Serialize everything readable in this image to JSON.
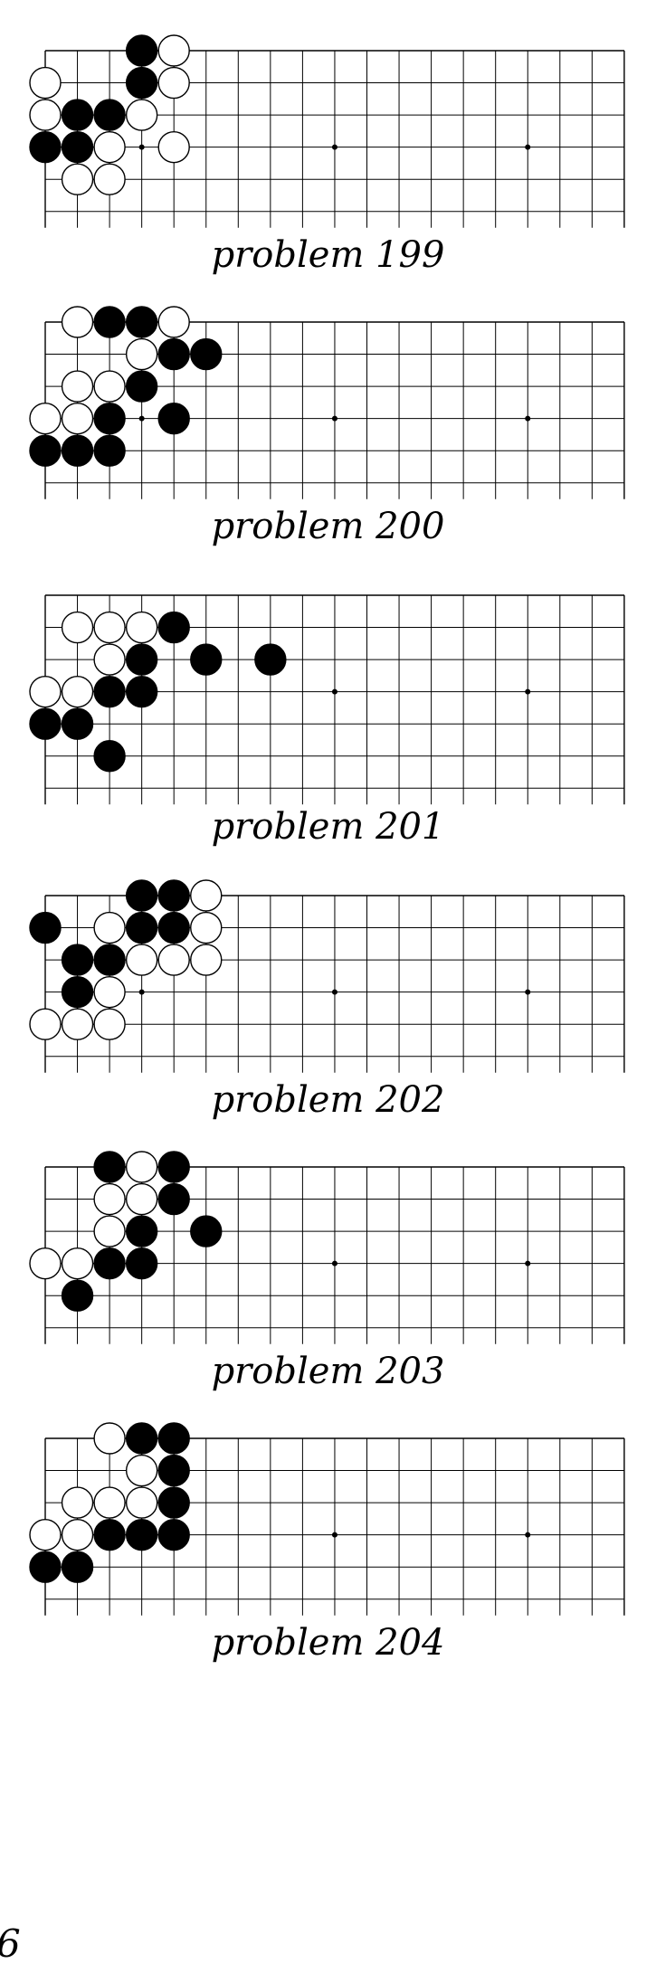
{
  "problems": [
    {
      "label": "problem 199",
      "black": [
        [
          3,
          0
        ],
        [
          3,
          1
        ],
        [
          1,
          2
        ],
        [
          2,
          2
        ],
        [
          0,
          3
        ],
        [
          1,
          3
        ]
      ],
      "white": [
        [
          4,
          0
        ],
        [
          0,
          1
        ],
        [
          4,
          1
        ],
        [
          0,
          2
        ],
        [
          3,
          2
        ],
        [
          2,
          3
        ],
        [
          4,
          3
        ],
        [
          1,
          4
        ],
        [
          2,
          4
        ]
      ]
    },
    {
      "label": "problem 200",
      "black": [
        [
          2,
          0
        ],
        [
          3,
          0
        ],
        [
          4,
          1
        ],
        [
          5,
          1
        ],
        [
          3,
          2
        ],
        [
          2,
          3
        ],
        [
          4,
          3
        ],
        [
          0,
          4
        ],
        [
          1,
          4
        ],
        [
          2,
          4
        ]
      ],
      "white": [
        [
          1,
          0
        ],
        [
          4,
          0
        ],
        [
          3,
          1
        ],
        [
          1,
          2
        ],
        [
          2,
          2
        ],
        [
          0,
          3
        ],
        [
          1,
          3
        ]
      ]
    },
    {
      "label": "problem 201",
      "black": [
        [
          4,
          1
        ],
        [
          3,
          2
        ],
        [
          5,
          2
        ],
        [
          7,
          2
        ],
        [
          2,
          3
        ],
        [
          3,
          3
        ],
        [
          0,
          4
        ],
        [
          1,
          4
        ],
        [
          2,
          5
        ]
      ],
      "white": [
        [
          1,
          1
        ],
        [
          2,
          1
        ],
        [
          3,
          1
        ],
        [
          2,
          2
        ],
        [
          0,
          3
        ],
        [
          1,
          3
        ]
      ]
    },
    {
      "label": "problem 202",
      "black": [
        [
          3,
          0
        ],
        [
          4,
          0
        ],
        [
          0,
          1
        ],
        [
          3,
          1
        ],
        [
          4,
          1
        ],
        [
          1,
          2
        ],
        [
          2,
          2
        ],
        [
          1,
          3
        ]
      ],
      "white": [
        [
          5,
          0
        ],
        [
          2,
          1
        ],
        [
          5,
          1
        ],
        [
          3,
          2
        ],
        [
          4,
          2
        ],
        [
          5,
          2
        ],
        [
          2,
          3
        ],
        [
          0,
          4
        ],
        [
          1,
          4
        ],
        [
          2,
          4
        ]
      ]
    },
    {
      "label": "problem 203",
      "black": [
        [
          2,
          0
        ],
        [
          4,
          0
        ],
        [
          4,
          1
        ],
        [
          3,
          2
        ],
        [
          5,
          2
        ],
        [
          2,
          3
        ],
        [
          3,
          3
        ],
        [
          1,
          4
        ]
      ],
      "white": [
        [
          3,
          0
        ],
        [
          2,
          1
        ],
        [
          3,
          1
        ],
        [
          2,
          2
        ],
        [
          0,
          3
        ],
        [
          1,
          3
        ]
      ]
    },
    {
      "label": "problem 204",
      "black": [
        [
          3,
          0
        ],
        [
          4,
          0
        ],
        [
          4,
          1
        ],
        [
          4,
          2
        ],
        [
          2,
          3
        ],
        [
          3,
          3
        ],
        [
          4,
          3
        ],
        [
          0,
          4
        ],
        [
          1,
          4
        ]
      ],
      "white": [
        [
          2,
          0
        ],
        [
          3,
          1
        ],
        [
          1,
          2
        ],
        [
          2,
          2
        ],
        [
          3,
          2
        ],
        [
          0,
          3
        ],
        [
          1,
          3
        ]
      ]
    }
  ],
  "page_number": "6"
}
